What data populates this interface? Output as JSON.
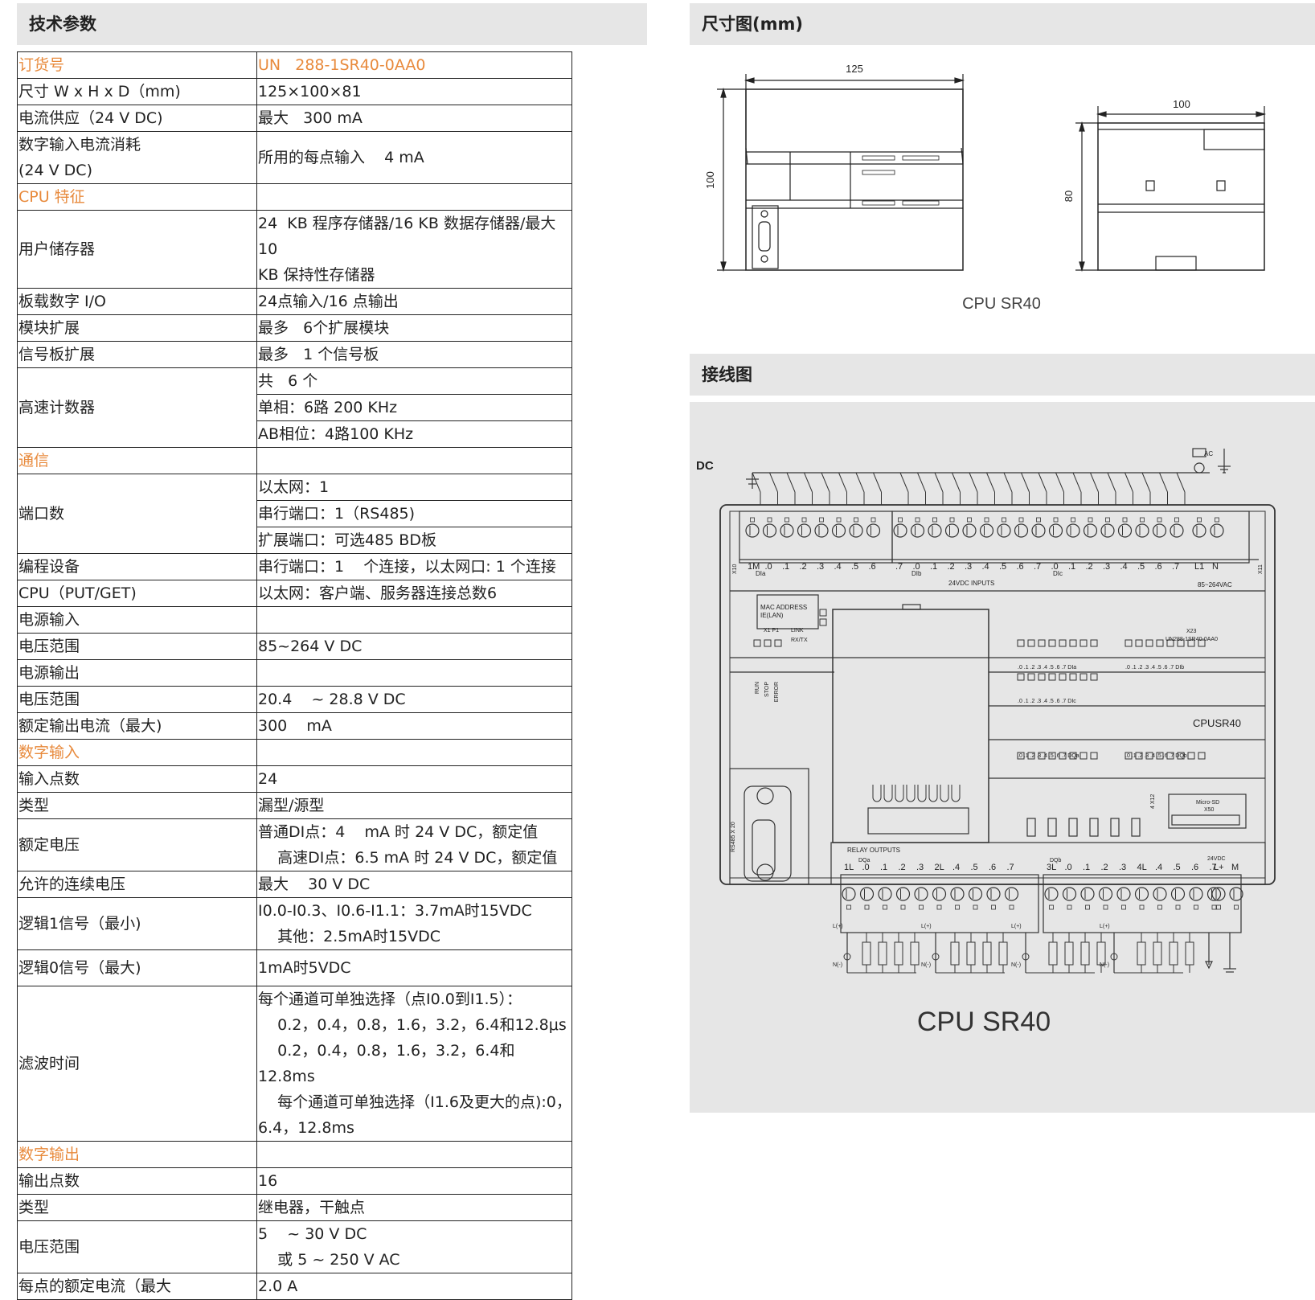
{
  "sections": {
    "spec_title": "技术参数",
    "dim_title": "尺寸图(mm)",
    "wiring_title": "接线图"
  },
  "spec_rows": [
    {
      "k": "订货号",
      "v": [
        "UN   288-1SR40-0AA0"
      ],
      "orange": true,
      "orange_v": true
    },
    {
      "k": "尺寸 W x H  x D（mm)",
      "v": [
        "125×100×81"
      ]
    },
    {
      "k": "电流供应（24 V DC)",
      "v": [
        "最大   300 mA"
      ]
    },
    {
      "k": "数字输入电流消耗\n     (24 V DC)",
      "v": [
        "所用的每点输入    4 mA"
      ]
    },
    {
      "k": "CPU 特征",
      "v": [
        ""
      ],
      "orange": true
    },
    {
      "k": "用户储存器",
      "v": [
        "24  KB 程序存储器/16 KB 数据存储器/最大10\nKB 保持性存储器"
      ]
    },
    {
      "k": "板载数字 I/O",
      "v": [
        "24点输入/16 点输出"
      ]
    },
    {
      "k": "模块扩展",
      "v": [
        "最多   6个扩展模块"
      ]
    },
    {
      "k": "信号板扩展",
      "v": [
        "最多   1 个信号板"
      ]
    },
    {
      "k": "高速计数器",
      "v": [
        "共   6 个",
        "单相：6路 200 KHz",
        "AB相位：4路100 KHz"
      ]
    },
    {
      "k": "通信",
      "v": [
        ""
      ],
      "orange": true
    },
    {
      "k": "端口数",
      "v": [
        "以太网：1",
        "串行端口：1（RS485)",
        "扩展端口：可选485 BD板"
      ]
    },
    {
      "k": "编程设备",
      "v": [
        "串行端口：1    个连接，以太网口: 1 个连接"
      ]
    },
    {
      "k": "CPU（PUT/GET)",
      "v": [
        "以太网：客户端、服务器连接总数6"
      ]
    },
    {
      "k": "电源输入",
      "v": [
        ""
      ]
    },
    {
      "k": "电压范围",
      "v": [
        "85~264 V DC"
      ]
    },
    {
      "k": "电源输出",
      "v": [
        ""
      ]
    },
    {
      "k": "电压范围",
      "v": [
        "20.4    ~ 28.8 V DC"
      ]
    },
    {
      "k": "额定输出电流（最大)",
      "v": [
        "300    mA"
      ]
    },
    {
      "k": "数字输入",
      "v": [
        ""
      ],
      "orange": true
    },
    {
      "k": "输入点数",
      "v": [
        "24"
      ]
    },
    {
      "k": "类型",
      "v": [
        "漏型/源型"
      ]
    },
    {
      "k": "额定电压",
      "v": [
        "普通DI点：4    mA 时 24 V DC，额定值\n    高速DI点：6.5 mA 时 24 V DC，额定值"
      ]
    },
    {
      "k": "允许的连续电压",
      "v": [
        "最大    30 V DC"
      ]
    },
    {
      "k": "逻辑1信号（最小)",
      "v": [
        "I0.0-I0.3、I0.6-I1.1：3.7mA时15VDC\n    其他：2.5mA时15VDC"
      ]
    },
    {
      "k": "逻辑0信号（最大)",
      "v": [
        "1mA时5VDC"
      ],
      "tall": true
    },
    {
      "k": "滤波时间",
      "v": [
        "每个通道可单独选择（点I0.0到I1.5）：\n    0.2，0.4，0.8，1.6，3.2，6.4和12.8μs\n    0.2，0.4，0.8，1.6，3.2，6.4和12.8ms\n    每个通道可单独选择（I1.6及更大的点):0，\n6.4，12.8ms"
      ]
    },
    {
      "k": "数字输出",
      "v": [
        ""
      ],
      "orange": true
    },
    {
      "k": "输出点数",
      "v": [
        "16"
      ]
    },
    {
      "k": "类型",
      "v": [
        "继电器，干触点"
      ]
    },
    {
      "k": "电压范围",
      "v": [
        "5    ~ 30 V DC\n    或 5 ~ 250 V AC"
      ]
    },
    {
      "k": "每点的额定电流（最大",
      "v": [
        "2.0 A"
      ]
    }
  ],
  "dimension_drawing": {
    "width_label": "125",
    "height_label": "100",
    "depth_label": "100",
    "depth_height_label": "80",
    "caption": "CPU SR40"
  },
  "wiring_diagram": {
    "dc_label": "DC",
    "ac_label": "AC",
    "input_terminals_a": [
      "1M",
      ".0",
      ".1",
      ".2",
      ".3",
      ".4",
      ".5",
      ".6"
    ],
    "input_terminals_b": [
      ".7",
      ".0",
      ".1",
      ".2",
      ".3",
      ".4",
      ".5",
      ".6",
      ".7",
      ".0",
      ".1",
      ".2",
      ".3",
      ".4",
      ".5",
      ".6",
      ".7"
    ],
    "power_terminals": [
      "L1",
      "N"
    ],
    "group_dia": "DIa",
    "group_dib": "DIb",
    "group_dic": "DIc",
    "inputs_caption": "24VDC INPUTS",
    "power_caption": "85~264VAC",
    "x10": "X10",
    "x11": "X11",
    "mac_label": "MAC ADDRESS",
    "ie_label": "IE(LAN)",
    "x1p1": "X1  P1",
    "link": "LINK",
    "rxtx": "RX/TX",
    "x23": "X23",
    "order_no": "UN288-1SR40-0AA0",
    "run": "RUN",
    "stop": "STOP",
    "error": "ERROR",
    "led_row_label_a": ".0  .1  .2  .3  .4  .5  .6  .7  DIa",
    "led_row_label_b": ".0  .1  .2  .3  .4  .5  .6  .7  DIb",
    "led_row_label_c": ".0  .1  .2  .3  .4  .5  .6  .7  DIc",
    "led_row_label_qa": ".0  .1  .2  .3  .4  .5  .6  .7  DQa",
    "led_row_label_qb": ".0  .1  .2  .3  .4  .5  .6  .7  DQb",
    "model": "CPUSR40",
    "x12": "4 X12",
    "microsd": "Micro-SD",
    "x50": "X50",
    "rs485": "RS485 X 20",
    "relay_outputs": "RELAY   OUTPUTS",
    "dqa": "DQa",
    "dqb": "DQb",
    "output_terminals": [
      "1L",
      ".0",
      ".1",
      ".2",
      ".3",
      "2L",
      ".4",
      ".5",
      ".6",
      ".7",
      "3L",
      ".0",
      ".1",
      ".2",
      ".3",
      "4L",
      ".4",
      ".5",
      ".6",
      ".7",
      "L+",
      "M"
    ],
    "out_24vdc": "24VDC",
    "lplus": "L(+)",
    "nminus": "N(-)",
    "caption": "CPU SR40"
  }
}
